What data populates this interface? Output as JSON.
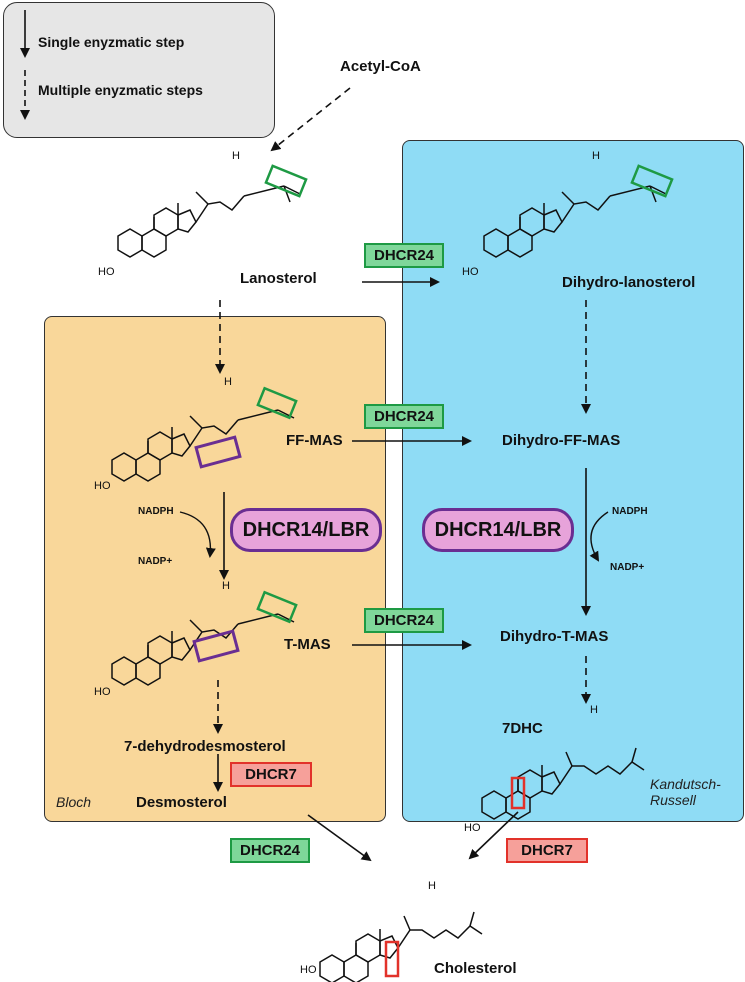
{
  "legend": {
    "single_label": "Single enyzmatic step",
    "multiple_label": "Multiple enyzmatic steps"
  },
  "molecules": {
    "acetyl": "Acetyl-CoA",
    "lanosterol": "Lanosterol",
    "dihydro_lanosterol": "Dihydro-lanosterol",
    "ffmas": "FF-MAS",
    "dihydro_ffmas": "Dihydro-FF-MAS",
    "tmas": "T-MAS",
    "dihydro_tmas": "Dihydro-T-MAS",
    "dehydrodesmosterol": "7-dehydrodesmosterol",
    "desmosterol": "Desmosterol",
    "dhc7": "7DHC",
    "cholesterol": "Cholesterol"
  },
  "enzymes": {
    "dhcr24": "DHCR24",
    "dhcr14": "DHCR14/LBR",
    "dhcr7": "DHCR7"
  },
  "cofactors": {
    "nadph": "NADPH",
    "nadp": "NADP+"
  },
  "panels": {
    "bloch": "Bloch",
    "kandutsch": "Kandutsch-\nRussell"
  },
  "structure_text": {
    "ho": "HO",
    "h": "H"
  },
  "colors": {
    "bloch_bg": "#f9d79a",
    "kr_bg": "#8fdcf5",
    "dhcr24": "#1e9a44",
    "dhcr14": "#6a2e92",
    "dhcr7": "#e2322a"
  }
}
